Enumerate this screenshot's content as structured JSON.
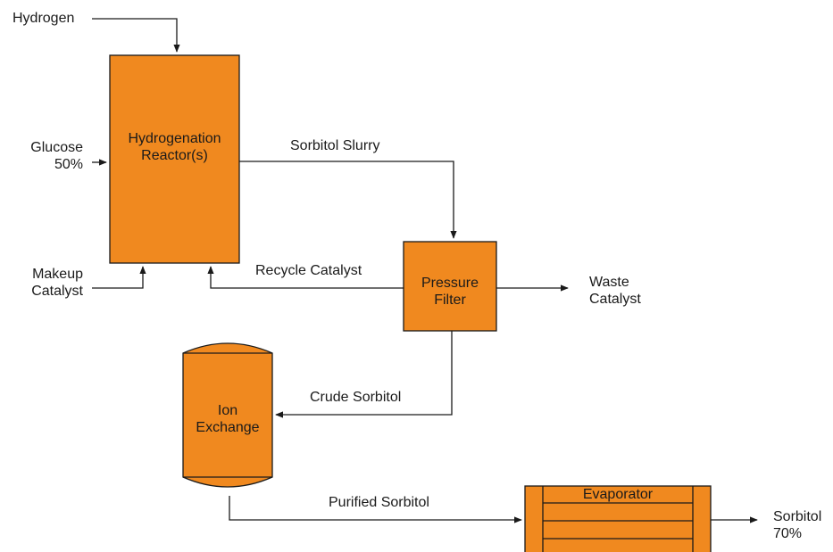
{
  "inputs": {
    "hydrogen": "Hydrogen",
    "glucose_line1": "Glucose",
    "glucose_line2": "50%",
    "makeup_line1": "Makeup",
    "makeup_line2": "Catalyst"
  },
  "units": {
    "reactor_line1": "Hydrogenation",
    "reactor_line2": "Reactor(s)",
    "filter_line1": "Pressure",
    "filter_line2": "Filter",
    "ion_line1": "Ion",
    "ion_line2": "Exchange",
    "evaporator": "Evaporator"
  },
  "streams": {
    "sorbitol_slurry": "Sorbitol Slurry",
    "recycle_catalyst": "Recycle Catalyst",
    "crude_sorbitol": "Crude Sorbitol",
    "purified_sorbitol": "Purified Sorbitol"
  },
  "outputs": {
    "waste_line1": "Waste",
    "waste_line2": "Catalyst",
    "sorbitol_line1": "Sorbitol",
    "sorbitol_line2": "70%"
  },
  "colors": {
    "unit_fill": "#F0891F",
    "stroke": "#1a1a1a"
  }
}
